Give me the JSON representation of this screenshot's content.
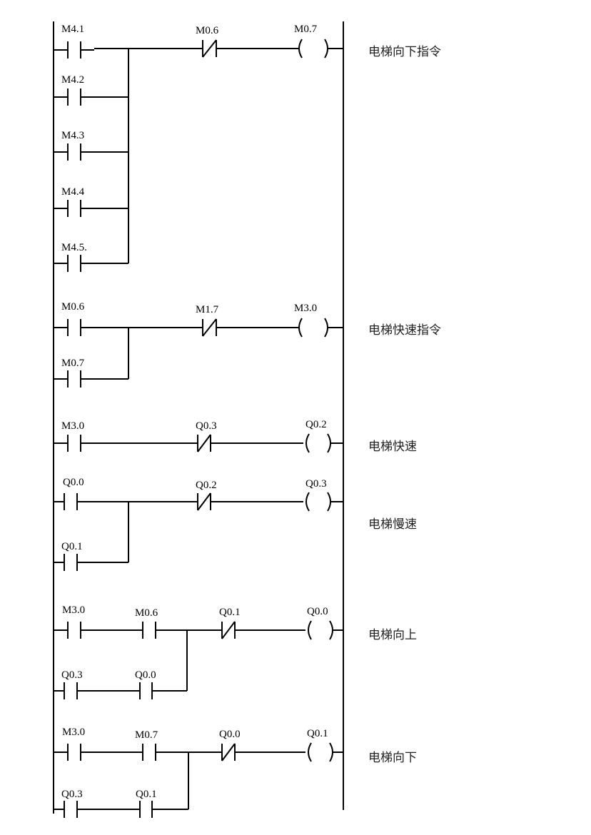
{
  "rungs": [
    {
      "comment": "电梯向下指令",
      "main_contacts": [
        "M4.1"
      ],
      "branch_contacts": [
        "M4.2",
        "M4.3",
        "M4.4",
        "M4.5."
      ],
      "nc_contact": "M0.6",
      "coil": "M0.7"
    },
    {
      "comment": "电梯快速指令",
      "main_contacts": [
        "M0.6"
      ],
      "branch_contacts": [
        "M0.7"
      ],
      "nc_contact": "M1.7",
      "coil": "M3.0"
    },
    {
      "comment": "电梯快速",
      "main_contacts": [
        "M3.0"
      ],
      "branch_contacts": [],
      "nc_contact": "Q0.3",
      "coil": "Q0.2"
    },
    {
      "comment": "电梯慢速",
      "main_contacts": [
        "Q0.0"
      ],
      "branch_contacts": [
        "Q0.1"
      ],
      "nc_contact": "Q0.2",
      "coil": "Q0.3"
    },
    {
      "comment": "电梯向上",
      "main_contacts": [
        "M3.0",
        "M0.6"
      ],
      "branch_contacts": [
        "Q0.3",
        "Q0.0"
      ],
      "nc_contact": "Q0.1",
      "coil": "Q0.0"
    },
    {
      "comment": "电梯向下",
      "main_contacts": [
        "M3.0",
        "M0.7"
      ],
      "branch_contacts": [
        "Q0.3",
        "Q0.1"
      ],
      "nc_contact": "Q0.0",
      "coil": "Q0.1"
    }
  ]
}
